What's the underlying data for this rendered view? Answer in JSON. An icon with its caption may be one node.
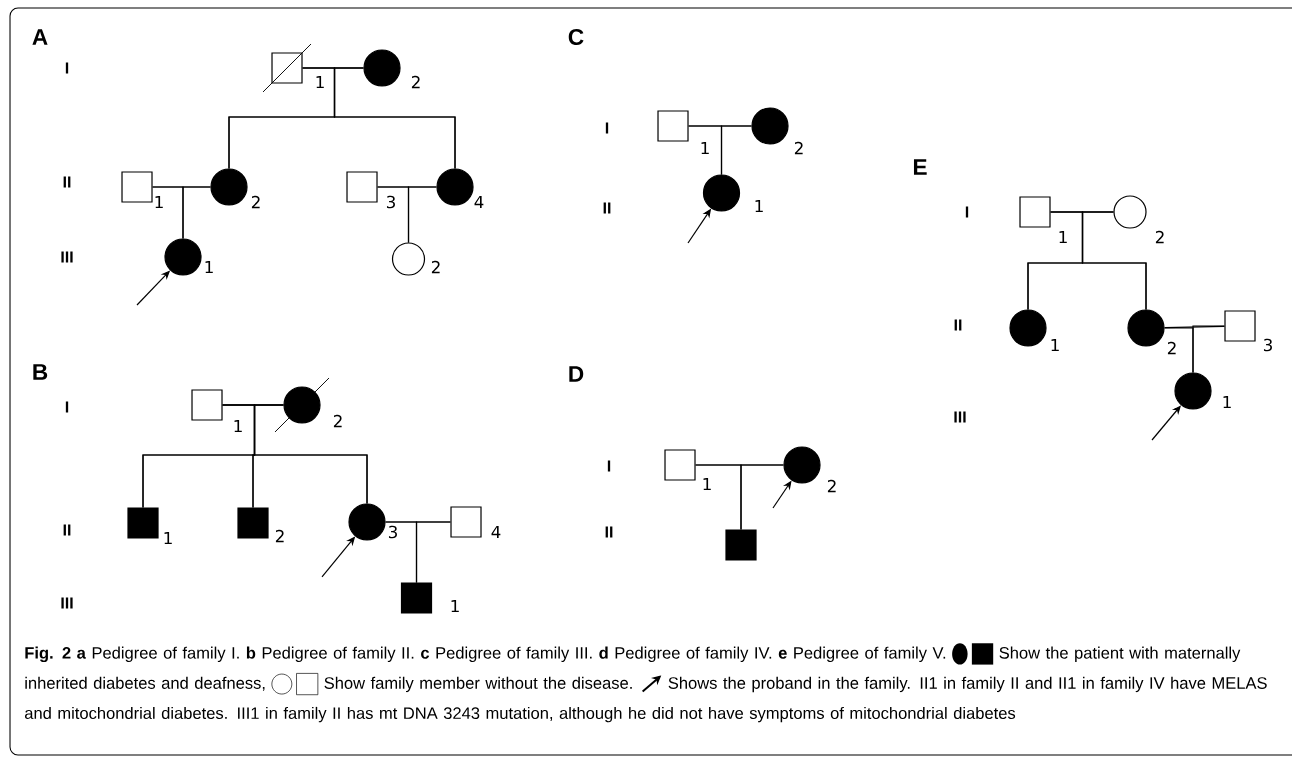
{
  "diagram": {
    "caption": "**Fig. 2** **a** Pedigree of family I. **b** Pedigree of family II. **c** Pedigree of family III. **d** Pedigree of family IV. **e** Pedigree of family V.",
    "nodes": [
      {
        "text": [],
        "shape": "box",
        "beside": [
          "1"
        ]
      },
      {
        "text": [],
        "shape": "circle",
        "beside": [
          "2"
        ]
      },
      {
        "text": [],
        "shape": "box",
        "beside": [
          "1"
        ]
      },
      {
        "text": [],
        "shape": "circle",
        "beside": [
          "2"
        ]
      },
      {
        "text": [],
        "shape": "box",
        "beside": [
          "3"
        ]
      },
      {
        "text": [],
        "shape": "circle",
        "beside": [
          "4"
        ]
      },
      {
        "text": [],
        "shape": "circle",
        "beside": [
          "1"
        ]
      },
      {
        "text": [],
        "shape": "circle",
        "beside": [
          "2"
        ]
      },
      {
        "text": [],
        "shape": "box",
        "beside": [
          "1"
        ]
      },
      {
        "text": [],
        "shape": "circle",
        "beside": [
          "2"
        ]
      },
      {
        "text": [],
        "shape": "box",
        "beside": [
          "1"
        ]
      },
      {
        "text": [],
        "shape": "box",
        "beside": [
          "2"
        ]
      },
      {
        "text": [],
        "shape": "circle",
        "beside": [
          "3"
        ]
      },
      {
        "text": [],
        "shape": "box",
        "beside": [
          "4"
        ]
      },
      {
        "text": [],
        "shape": "box",
        "beside": [
          "1"
        ]
      },
      {
        "text": [],
        "shape": "box",
        "beside": [
          "1"
        ]
      },
      {
        "text": [],
        "shape": "circle",
        "beside": [
          "2"
        ]
      },
      {
        "text": [],
        "shape": "circle",
        "beside": [
          "1"
        ]
      },
      {
        "text": [],
        "shape": "box",
        "beside": [
          "1"
        ]
      },
      {
        "text": [],
        "shape": "circle",
        "beside": [
          "2"
        ]
      },
      {
        "text": [],
        "shape": "box"
      },
      {
        "text": [],
        "shape": "box",
        "beside": [
          "1"
        ]
      },
      {
        "text": [],
        "shape": "circle",
        "beside": [
          "2"
        ]
      },
      {
        "text": [],
        "shape": "circle",
        "beside": [
          "1"
        ]
      },
      {
        "text": [],
        "shape": "circle",
        "beside": [
          "2"
        ]
      },
      {
        "text": [],
        "shape": "box",
        "beside": [
          "3"
        ]
      },
      {
        "text": [],
        "shape": "circle",
        "beside": [
          "1"
        ]
      }
    ],
    "edges": [
      {
        "from": 0,
        "to": 1,
        "arrow": "none"
      },
      {
        "from": 0,
        "to": 3,
        "arrow": "none"
      },
      {
        "from": 1,
        "to": 3,
        "arrow": "none"
      },
      {
        "from": 0,
        "to": 5,
        "arrow": "none"
      },
      {
        "from": 1,
        "to": 5,
        "arrow": "none"
      },
      {
        "from": 2,
        "to": 3,
        "arrow": "none"
      },
      {
        "from": 2,
        "to": 6,
        "arrow": "none"
      },
      {
        "from": 3,
        "to": 6,
        "arrow": "none"
      },
      {
        "from": 4,
        "to": 5,
        "arrow": "none"
      },
      {
        "from": 4,
        "to": 7,
        "arrow": "none"
      },
      {
        "from": 5,
        "to": 7,
        "arrow": "none"
      },
      {
        "from": null,
        "to": 6,
        "arrow": "to"
      },
      {
        "from": 8,
        "to": 9,
        "arrow": "none"
      },
      {
        "from": 8,
        "to": 10,
        "arrow": "none"
      },
      {
        "from": 9,
        "to": 10,
        "arrow": "none"
      },
      {
        "from": 8,
        "to": 11,
        "arrow": "none"
      },
      {
        "from": 9,
        "to": 11,
        "arrow": "none"
      },
      {
        "from": 8,
        "to": 12,
        "arrow": "none"
      },
      {
        "from": 9,
        "to": 12,
        "arrow": "none"
      },
      {
        "from": 12,
        "to": 13,
        "arrow": "none"
      },
      {
        "from": 12,
        "to": 14,
        "arrow": "none"
      },
      {
        "from": 13,
        "to": 14,
        "arrow": "none"
      },
      {
        "from": null,
        "to": 12,
        "arrow": "to"
      },
      {
        "from": 15,
        "to": 16,
        "arrow": "none"
      },
      {
        "from": 15,
        "to": 17,
        "arrow": "none"
      },
      {
        "from": 16,
        "to": 17,
        "arrow": "none"
      },
      {
        "from": null,
        "to": 17,
        "arrow": "to"
      },
      {
        "from": 18,
        "to": 19,
        "arrow": "none"
      },
      {
        "from": 18,
        "to": 20,
        "arrow": "none"
      },
      {
        "from": 19,
        "to": 20,
        "arrow": "none"
      },
      {
        "from": null,
        "to": 19,
        "arrow": "to"
      },
      {
        "from": 21,
        "to": 22,
        "arrow": "none"
      },
      {
        "from": 21,
        "to": 23,
        "arrow": "none"
      },
      {
        "from": 22,
        "to": 23,
        "arrow": "none"
      },
      {
        "from": 21,
        "to": 24,
        "arrow": "none"
      },
      {
        "from": 22,
        "to": 24,
        "arrow": "none"
      },
      {
        "from": 24,
        "to": 25,
        "arrow": "none"
      },
      {
        "from": 24,
        "to": 26,
        "arrow": "none"
      },
      {
        "from": 25,
        "to": 26,
        "arrow": "none"
      },
      {
        "from": null,
        "to": 26,
        "arrow": "to"
      }
    ],
    "labels": [
      "A",
      "I",
      "II",
      "III",
      "B",
      "I",
      "II",
      "III",
      "C",
      "I",
      "II",
      "D",
      "I",
      "II",
      "E",
      "I",
      "II",
      "III",
      "II1 in family II and II1 in family IV have MELAS and mitochondrial diabetes. III1 in family II has mt DNA 3243 mutation, although he did not have symptoms of mitochondrial diabetes"
    ],
    "legend": [
      {
        "text": "Show the patient with maternally inherited diabetes and deafness,"
      },
      {
        "text": "Show family member without the disease."
      },
      {
        "text": "Shows the proband in the family."
      }
    ]
  }
}
